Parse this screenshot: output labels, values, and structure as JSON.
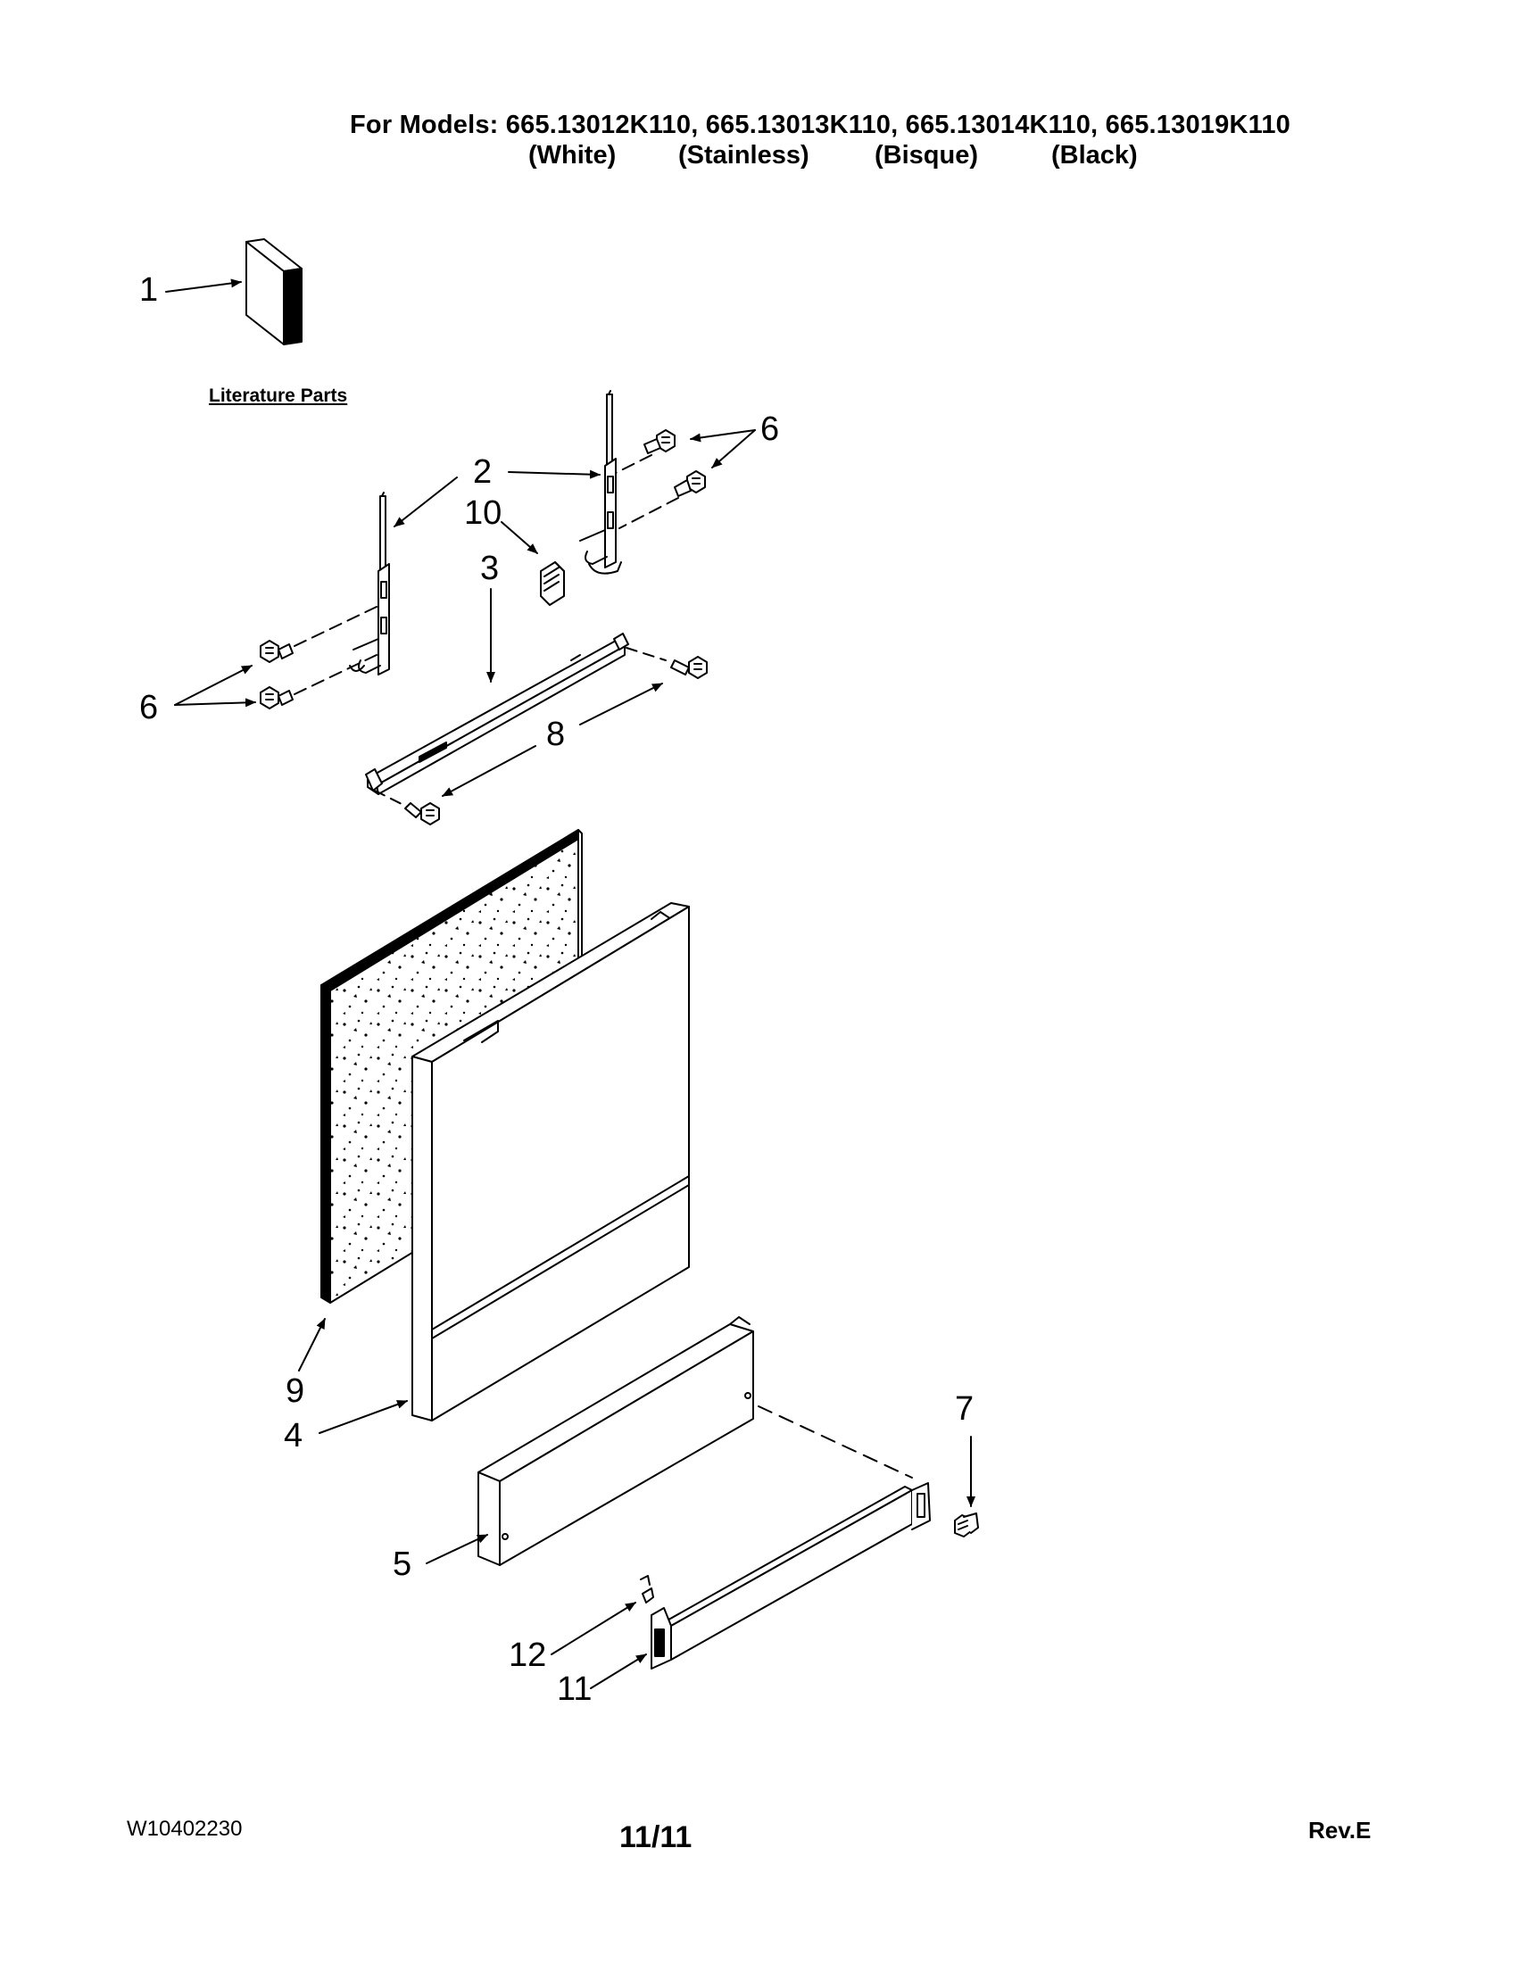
{
  "header": {
    "models_line": "For Models: 665.13012K110, 665.13013K110, 665.13014K110, 665.13019K110",
    "finishes": [
      "(White)",
      "(Stainless)",
      "(Bisque)",
      "(Black)"
    ]
  },
  "literature_label": "Literature Parts",
  "callouts": [
    "1",
    "2",
    "3",
    "4",
    "5",
    "6",
    "6",
    "7",
    "8",
    "9",
    "10",
    "11",
    "12"
  ],
  "footer": {
    "doc_number": "W10402230",
    "page": "11/11",
    "revision": "Rev.E"
  }
}
